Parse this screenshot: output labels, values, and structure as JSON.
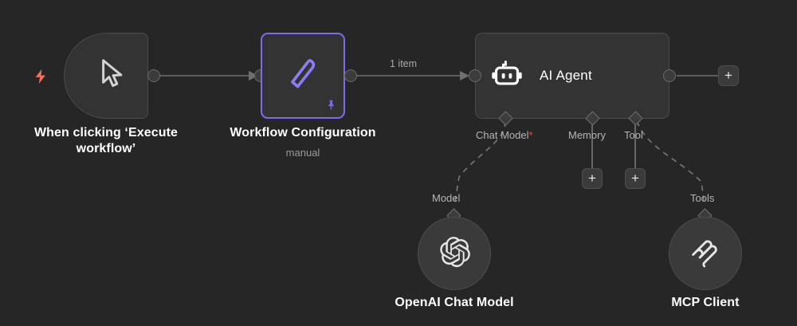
{
  "canvas": {
    "background_color": "#262626",
    "accent_color": "#7a6cf0",
    "trigger_color": "#ff6d5a",
    "required_marker_color": "#e8483f"
  },
  "nodes": [
    {
      "id": "manual-trigger",
      "title": "When clicking ‘Execute\nworkflow’",
      "subtitle": "",
      "icon": "cursor-icon",
      "badge_icon": "lightning-bolt-icon",
      "shape": "trigger"
    },
    {
      "id": "workflow-configuration",
      "title": "Workflow Configuration",
      "subtitle": "manual",
      "icon": "pencil-edit-icon",
      "badge_icon": "pin-icon",
      "shape": "square",
      "selected": true
    },
    {
      "id": "ai-agent",
      "title": "AI Agent",
      "subtitle": "",
      "icon": "robot-icon",
      "shape": "wide"
    },
    {
      "id": "openai-chat-model",
      "title": "OpenAI Chat Model",
      "subtitle": "",
      "icon": "openai-icon",
      "shape": "circle"
    },
    {
      "id": "mcp-client",
      "title": "MCP Client",
      "subtitle": "",
      "icon": "mcp-icon",
      "shape": "circle"
    }
  ],
  "connections": {
    "trigger_to_config_label": "",
    "config_to_agent_label": "1 item"
  },
  "agent_ports": [
    {
      "id": "chat-model",
      "label": "Chat Model",
      "required": true,
      "required_marker": "*",
      "has_add_button": false
    },
    {
      "id": "memory",
      "label": "Memory",
      "required": false,
      "required_marker": "",
      "has_add_button": true,
      "add_label": "+"
    },
    {
      "id": "tool",
      "label": "Tool",
      "required": false,
      "required_marker": "",
      "has_add_button": true,
      "add_label": "+"
    }
  ],
  "sub_node_ports": [
    {
      "id": "model-port",
      "label": "Model"
    },
    {
      "id": "tools-port",
      "label": "Tools"
    }
  ],
  "buttons": {
    "agent_output_add": "+"
  }
}
